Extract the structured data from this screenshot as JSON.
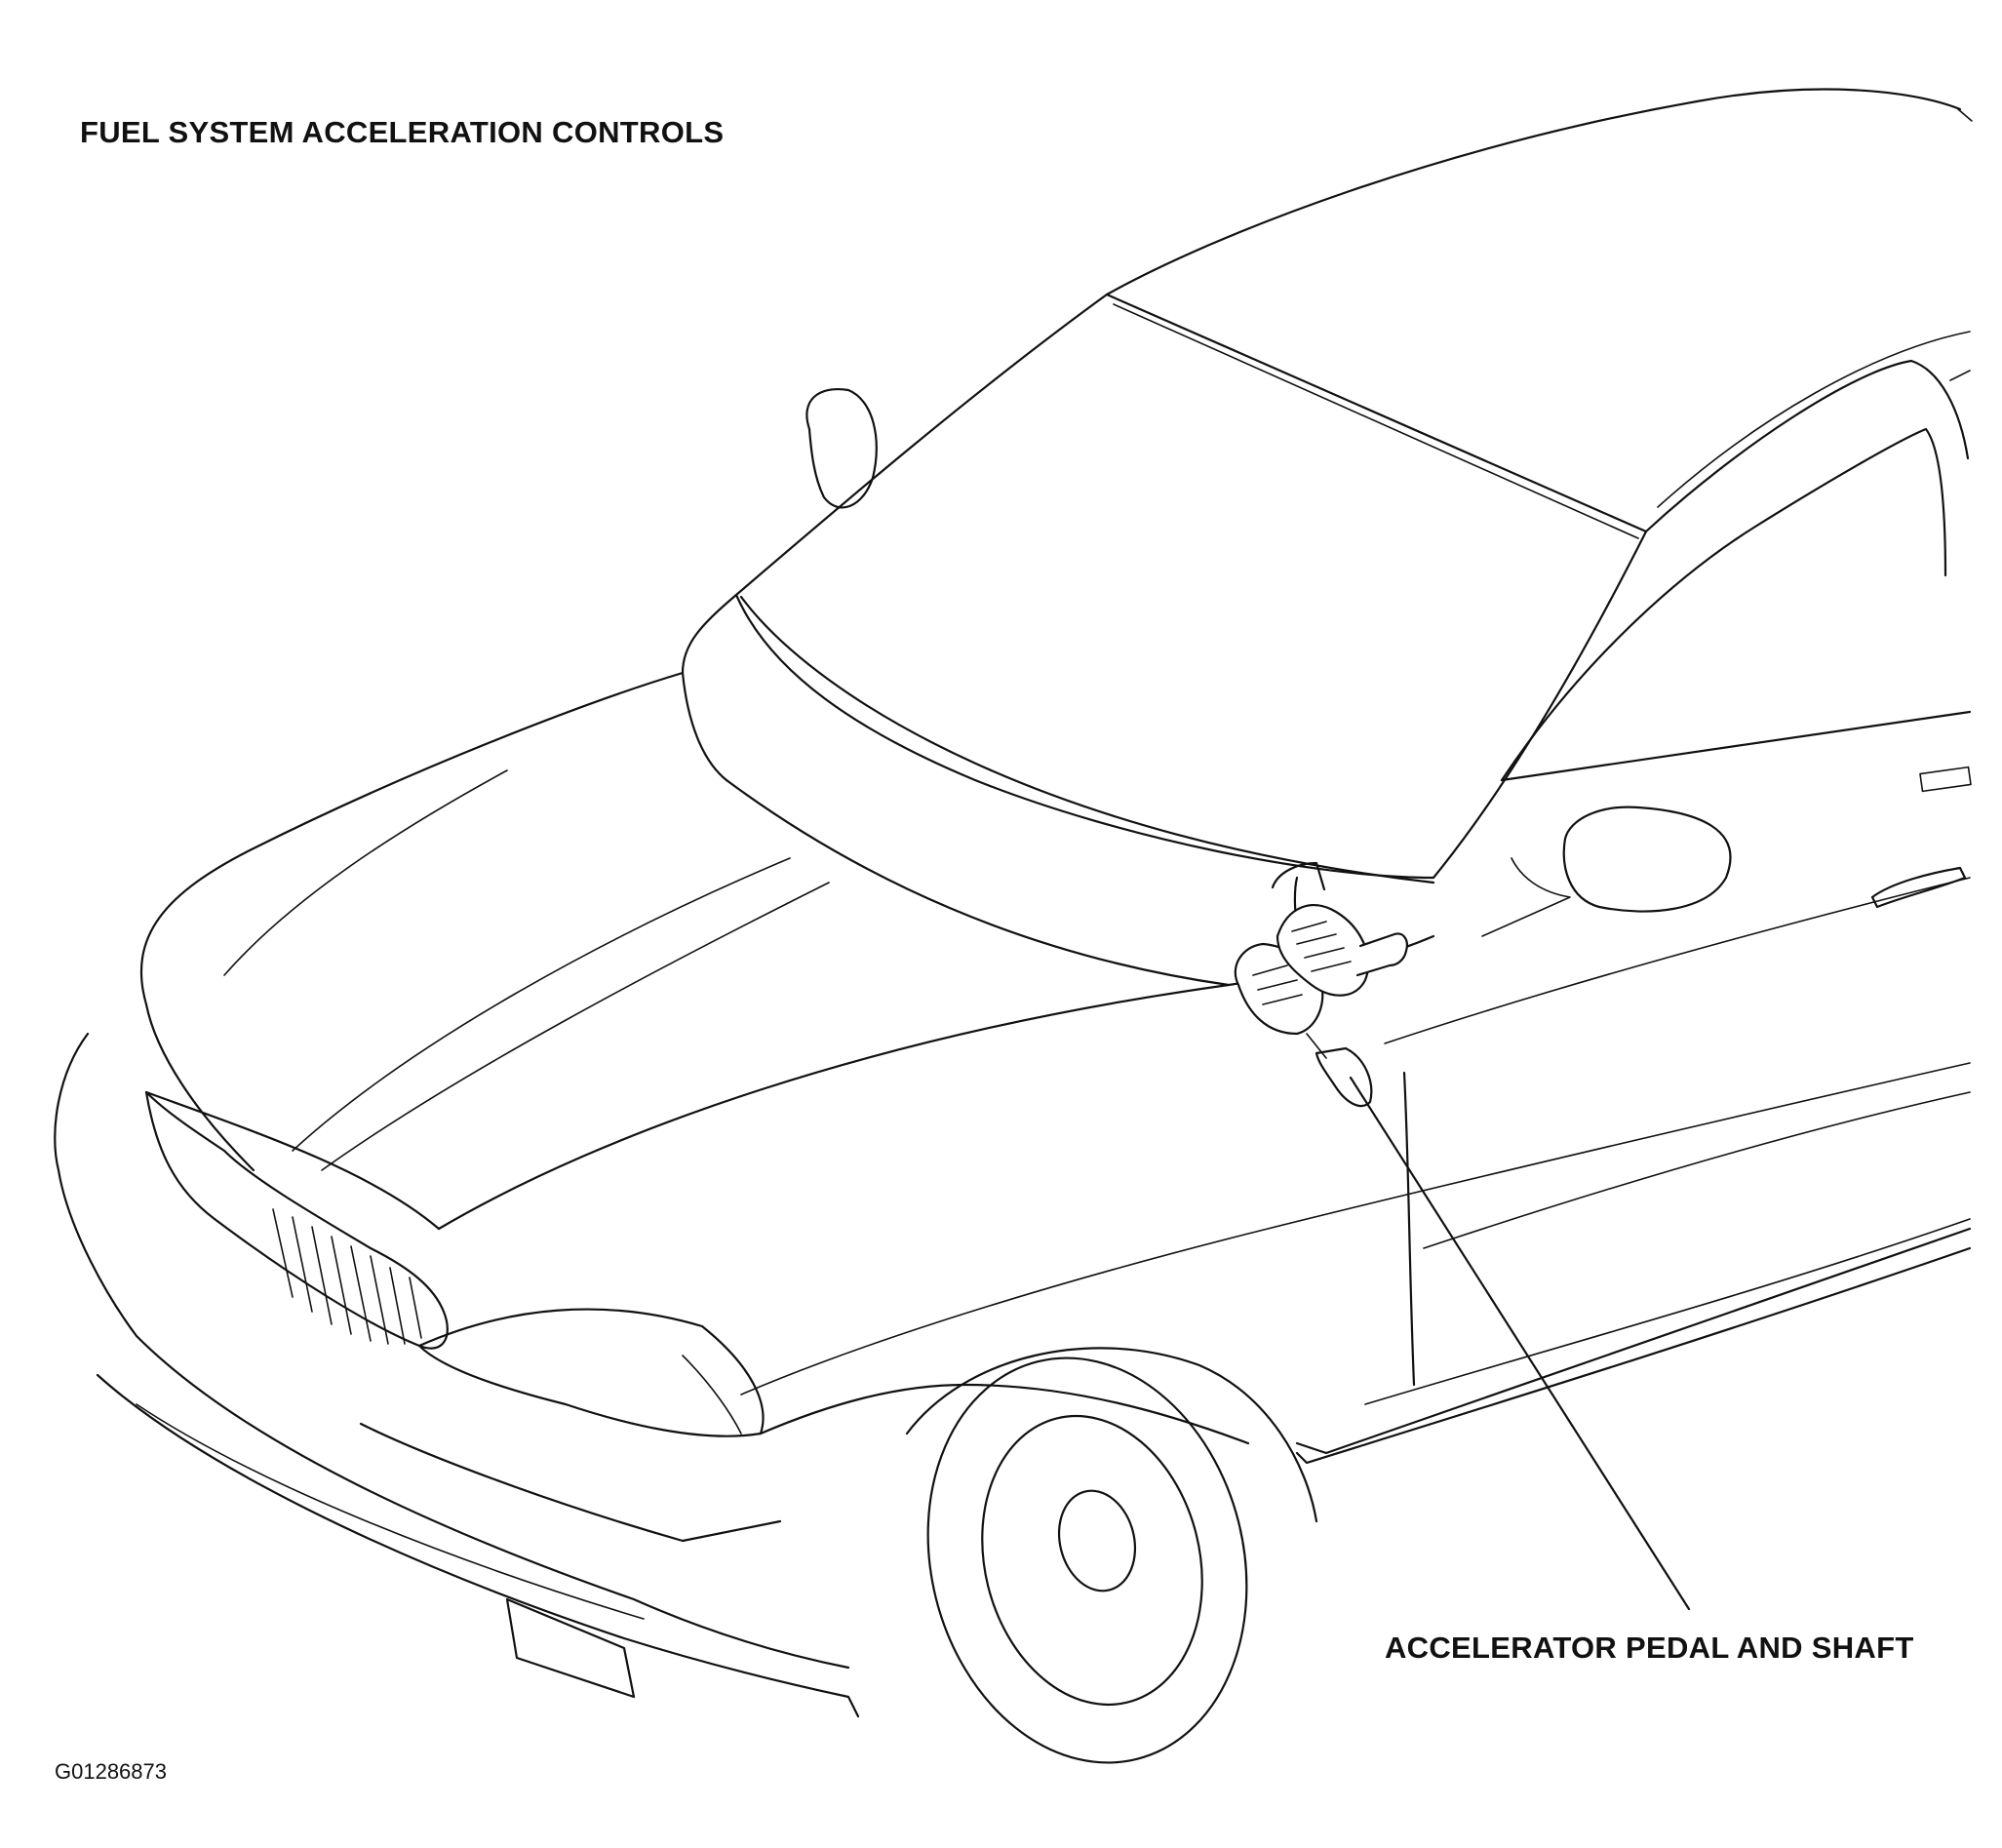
{
  "title": "FUEL SYSTEM ACCELERATION CONTROLS",
  "callout_label": "ACCELERATOR PEDAL AND SHAFT",
  "figure_id": "G01286873"
}
